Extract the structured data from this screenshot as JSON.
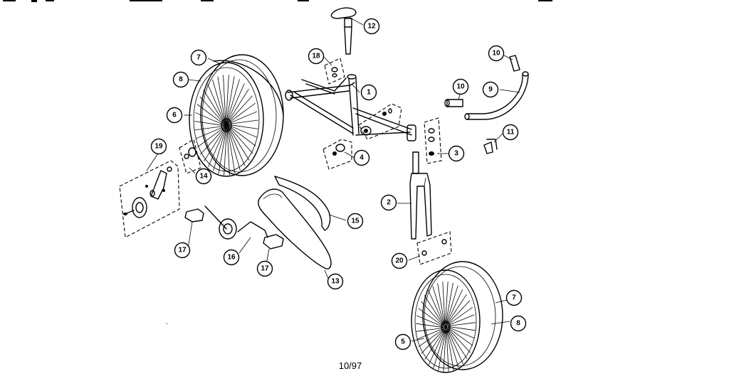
{
  "diagram": {
    "footer_code": "10/97",
    "callouts": [
      {
        "id": "c12",
        "label": "12"
      },
      {
        "id": "c18",
        "label": "18"
      },
      {
        "id": "c1",
        "label": "1"
      },
      {
        "id": "c10a",
        "label": "10"
      },
      {
        "id": "c10b",
        "label": "10"
      },
      {
        "id": "c9",
        "label": "9"
      },
      {
        "id": "c11",
        "label": "11"
      },
      {
        "id": "c7a",
        "label": "7"
      },
      {
        "id": "c8a",
        "label": "8"
      },
      {
        "id": "c6",
        "label": "6"
      },
      {
        "id": "c19",
        "label": "19"
      },
      {
        "id": "c14",
        "label": "14"
      },
      {
        "id": "c4",
        "label": "4"
      },
      {
        "id": "c3",
        "label": "3"
      },
      {
        "id": "c2",
        "label": "2"
      },
      {
        "id": "c15",
        "label": "15"
      },
      {
        "id": "c17a",
        "label": "17"
      },
      {
        "id": "c16",
        "label": "16"
      },
      {
        "id": "c17b",
        "label": "17"
      },
      {
        "id": "c13",
        "label": "13"
      },
      {
        "id": "c20",
        "label": "20"
      },
      {
        "id": "c7b",
        "label": "7"
      },
      {
        "id": "c8b",
        "label": "8"
      },
      {
        "id": "c5",
        "label": "5"
      }
    ]
  }
}
